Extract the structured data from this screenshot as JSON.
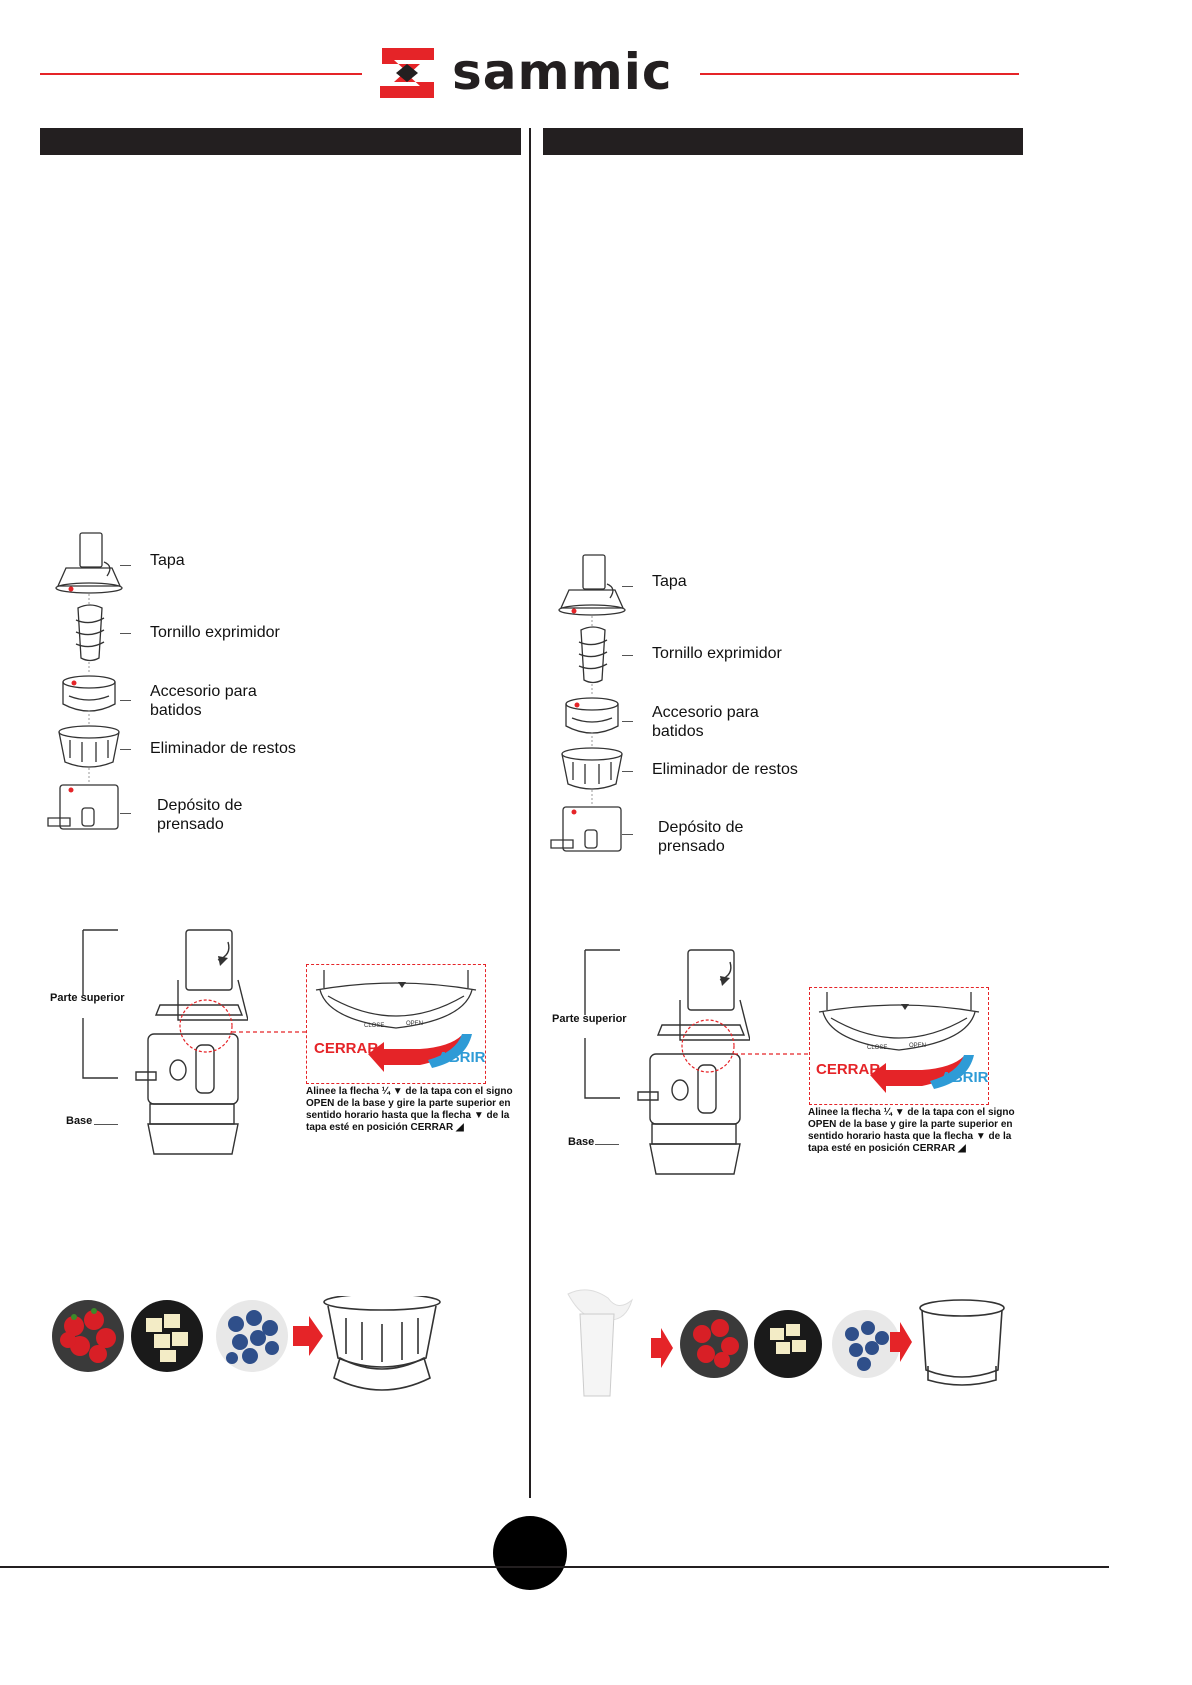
{
  "brand": {
    "name": "sammic",
    "colors": {
      "accent": "#e52428",
      "dark": "#231f20",
      "blue": "#2e9bd6"
    }
  },
  "left_section": {
    "parts": [
      {
        "label": "Tapa"
      },
      {
        "label": "Tornillo exprimidor"
      },
      {
        "label": "Accesorio para\nbatidos"
      },
      {
        "label": "Eliminador de restos"
      },
      {
        "label": "Depósito de\nprensado"
      }
    ],
    "assembly": {
      "upper_label": "Parte superior",
      "base_label": "Base",
      "close_label": "CERRAR",
      "open_label": "ABRIR",
      "instruction": "Alinee la flecha ¼ ▼ de la tapa con el signo OPEN de la base y gire la parte superior en sentido horario hasta que la flecha ▼ de la tapa esté en posición CERRAR ◢"
    }
  },
  "right_section": {
    "parts": [
      {
        "label": "Tapa"
      },
      {
        "label": "Tornillo exprimidor"
      },
      {
        "label": "Accesorio para\nbatidos"
      },
      {
        "label": "Eliminador de restos"
      },
      {
        "label": "Depósito de\nprensado"
      }
    ],
    "assembly": {
      "upper_label": "Parte superior",
      "base_label": "Base",
      "close_label": "CERRAR",
      "open_label": "ABRIR",
      "instruction": "Alinee la flecha ¼ ▼ de la tapa con el signo OPEN de la base y gire la parte superior en sentido horario hasta que la flecha ▼ de la tapa esté en posición CERRAR ◢"
    }
  },
  "lid_markings": {
    "close": "CLOSE",
    "open": "OPEN"
  }
}
